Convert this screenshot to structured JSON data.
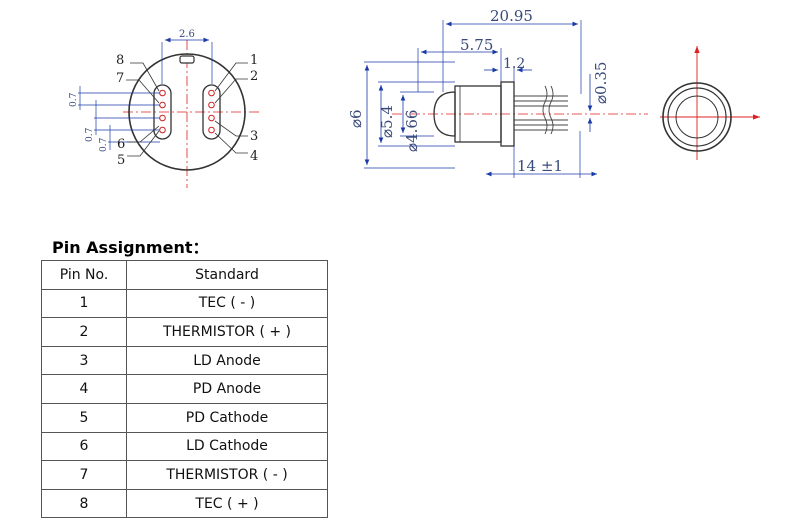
{
  "drawing": {
    "front_view": {
      "pin_spacing_top": "2.6",
      "pitch_1": "0.7",
      "pitch_2": "0.7",
      "pitch_3": "0.7",
      "pin_labels": [
        "1",
        "2",
        "3",
        "4",
        "5",
        "6",
        "7",
        "8"
      ]
    },
    "side_view": {
      "total_length": "20.95",
      "body_length": "5.75",
      "cap_length": "1.2",
      "diameter_outer": "⌀6",
      "diameter_mid": "⌀5.4",
      "diameter_cap": "⌀4.66",
      "lead_diameter": "⌀0.35",
      "lead_length": "14 ±1"
    }
  },
  "pin_table": {
    "title": "Pin Assignment：",
    "headers": [
      "Pin No.",
      "Standard"
    ],
    "rows": [
      {
        "pin": "1",
        "standard": "TEC    ( - )"
      },
      {
        "pin": "2",
        "standard": "THERMISTOR ( + )"
      },
      {
        "pin": "3",
        "standard": "LD Anode"
      },
      {
        "pin": "4",
        "standard": "PD Anode"
      },
      {
        "pin": "5",
        "standard": "PD Cathode"
      },
      {
        "pin": "6",
        "standard": "LD Cathode"
      },
      {
        "pin": "7",
        "standard": "THERMISTOR ( - )"
      },
      {
        "pin": "8",
        "standard": "TEC    ( + )"
      }
    ]
  },
  "colors": {
    "dimension_line": "#1a3aa8",
    "center_line": "#e02020",
    "outline": "#333333",
    "pin_marker": "#cc2222"
  }
}
